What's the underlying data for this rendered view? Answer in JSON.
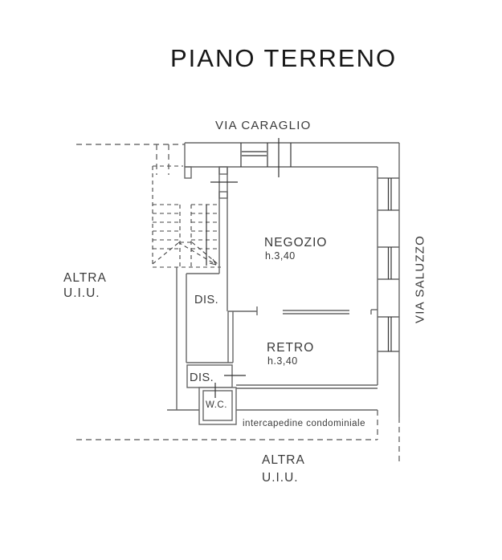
{
  "title": "PIANO TERRENO",
  "streets": {
    "top": "VIA CARAGLIO",
    "right": "VIA SALUZZO"
  },
  "neighbors": {
    "left": {
      "line1": "ALTRA",
      "line2": "U.I.U."
    },
    "bottom": {
      "line1": "ALTRA",
      "line2": "U.I.U."
    }
  },
  "rooms": {
    "negozio": {
      "label": "NEGOZIO",
      "height": "h.3,40"
    },
    "retro": {
      "label": "RETRO",
      "height": "h.3,40"
    },
    "dis1": {
      "label": "DIS."
    },
    "dis2": {
      "label": "DIS."
    },
    "wc": {
      "label": "W.C."
    }
  },
  "annotations": {
    "intercapedine": "intercapedine condominiale"
  },
  "colors": {
    "background": "#ffffff",
    "wall": "#666666",
    "wall_dark": "#333333",
    "dashed_boundary": "#555555",
    "stair_dash": "#444444",
    "text": "#3a3a3a"
  }
}
